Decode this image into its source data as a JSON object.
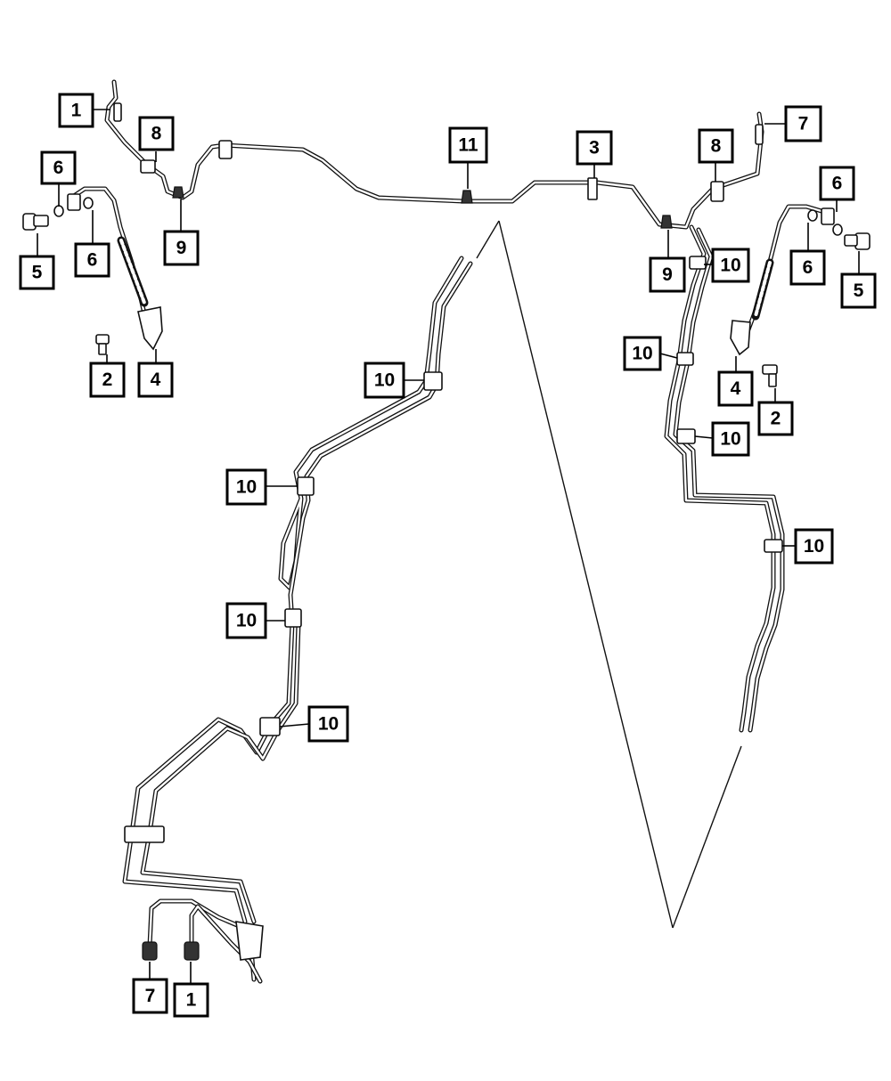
{
  "callouts": [
    {
      "id": "c1a",
      "label": "1"
    },
    {
      "id": "c8a",
      "label": "8"
    },
    {
      "id": "c6a",
      "label": "6"
    },
    {
      "id": "c6b",
      "label": "6"
    },
    {
      "id": "c5a",
      "label": "5"
    },
    {
      "id": "c9a",
      "label": "9"
    },
    {
      "id": "c2a",
      "label": "2"
    },
    {
      "id": "c4a",
      "label": "4"
    },
    {
      "id": "c11",
      "label": "11"
    },
    {
      "id": "c3",
      "label": "3"
    },
    {
      "id": "c8b",
      "label": "8"
    },
    {
      "id": "c7a",
      "label": "7"
    },
    {
      "id": "c6c",
      "label": "6"
    },
    {
      "id": "c6d",
      "label": "6"
    },
    {
      "id": "c5b",
      "label": "5"
    },
    {
      "id": "c9b",
      "label": "9"
    },
    {
      "id": "c10a",
      "label": "10"
    },
    {
      "id": "c10b",
      "label": "10"
    },
    {
      "id": "c10c",
      "label": "10"
    },
    {
      "id": "c4b",
      "label": "4"
    },
    {
      "id": "c2b",
      "label": "2"
    },
    {
      "id": "c10d",
      "label": "10"
    },
    {
      "id": "c10e",
      "label": "10"
    },
    {
      "id": "c10f",
      "label": "10"
    },
    {
      "id": "c10g",
      "label": "10"
    },
    {
      "id": "c10h",
      "label": "10"
    },
    {
      "id": "c10i",
      "label": "10"
    },
    {
      "id": "c7b",
      "label": "7"
    },
    {
      "id": "c1b",
      "label": "1"
    }
  ]
}
